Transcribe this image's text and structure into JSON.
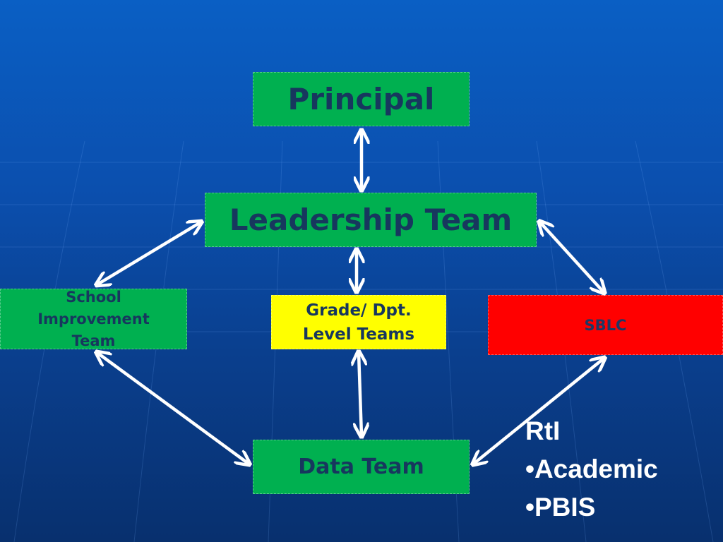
{
  "diagram": {
    "principal": "Principal",
    "leadership": "Leadership Team",
    "school_improvement_lines": [
      "School",
      "Improvement",
      "Team"
    ],
    "grade_lines": [
      "Grade/ Dpt.",
      "Level Teams"
    ],
    "sblc": "SBLC",
    "data_team": "Data Team",
    "rti": {
      "heading": "RtI",
      "items": [
        "•Academic",
        "•PBIS"
      ]
    }
  },
  "colors": {
    "green_box": "#00b050",
    "yellow_box": "#ffff00",
    "red_box": "#ff0000",
    "box_text": "#17375e",
    "arrow": "#ffffff"
  }
}
